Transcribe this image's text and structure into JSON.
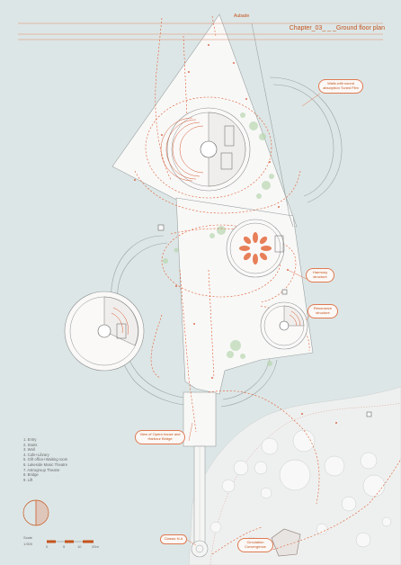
{
  "header": {
    "label_left": "Aubade",
    "chapter_title": "Chapter_03_ _ _Ground floor plan"
  },
  "legend": {
    "items": [
      "1. Entry",
      "2. Stairs",
      "3. Wall",
      "4. Cafe+Library",
      "5. Gift office+Waiting room",
      "6. Lakeside Music Theatre",
      "7. Astrogroup Theatre",
      "8. Bridge",
      "9. Lift"
    ]
  },
  "callouts": [
    {
      "id": "outer-callout",
      "text": "Walls with sound absorption Tuned Film"
    },
    {
      "id": "harmony-callout",
      "text": "Harmony structure"
    },
    {
      "id": "resonance-callout",
      "text": "Resonance structure"
    },
    {
      "id": "bridge-callout",
      "text": "View of Opera house and Harbour Bridge"
    },
    {
      "id": "entry-callout",
      "text": "Classic N.A"
    },
    {
      "id": "circulation-callout",
      "text": "Circulation Convergence"
    }
  ],
  "scale": {
    "label": "Scale",
    "ratio": "1:500",
    "ticks": [
      "0",
      "5",
      "10",
      "20m"
    ]
  },
  "colors": {
    "background": "#dde6e6",
    "land": "#eef0ef",
    "plan": "#f8f8f7",
    "accent": "#c4541c",
    "dash": "#e0582a",
    "greenery": "#b8d6b0"
  },
  "icons": {
    "north": "north-arrow-icon"
  }
}
